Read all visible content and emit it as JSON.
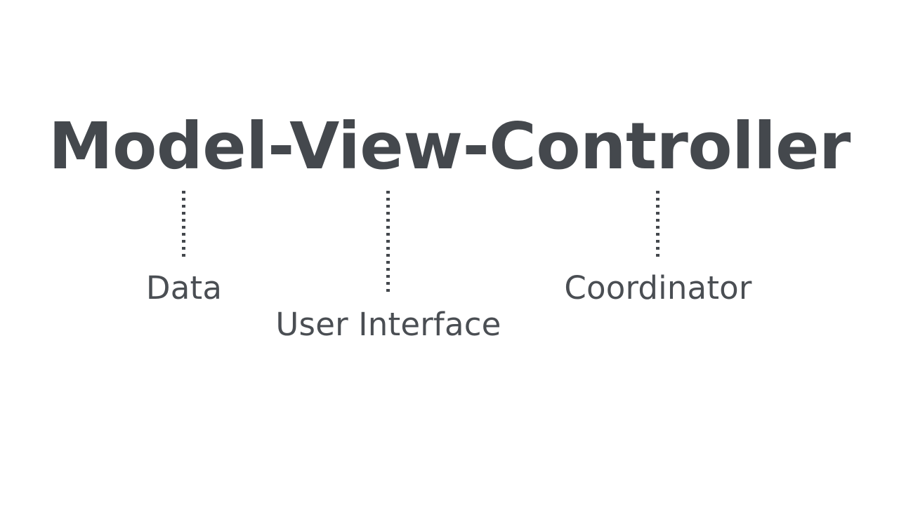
{
  "slide": {
    "background_color": "#ffffff",
    "title": "Model-View-Controller",
    "title_color": "#44484d",
    "label_color": "#4a4e53",
    "connector_style": "dotted-vertical",
    "components": [
      {
        "term": "Model",
        "label": "Data",
        "connector": "dotted-line-data"
      },
      {
        "term": "View",
        "label": "User Interface",
        "connector": "dotted-line-user-interface"
      },
      {
        "term": "Controller",
        "label": "Coordinator",
        "connector": "dotted-line-coordinator"
      }
    ]
  }
}
